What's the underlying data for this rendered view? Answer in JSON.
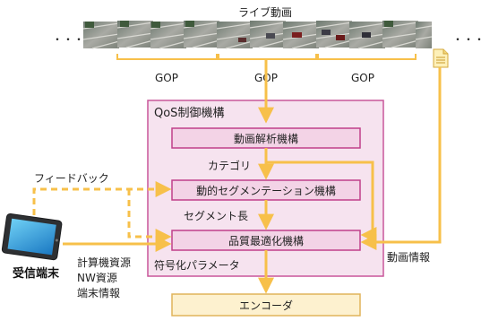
{
  "live_video_label": "ライブ動画",
  "ellipsis_left": "・・・",
  "ellipsis_right": "・・・",
  "gop_labels": [
    "GOP",
    "GOP",
    "GOP"
  ],
  "qos_box": {
    "title": "QoS制御機構",
    "modules": {
      "video_analysis": "動画解析機構",
      "dynamic_segmentation": "動的セグメンテーション機構",
      "quality_optimization": "品質最適化機構"
    },
    "labels": {
      "category": "カテゴリ",
      "segment_length": "セグメント長",
      "encoding_params": "符号化パラメータ"
    }
  },
  "encoder": "エンコーダ",
  "feedback_label": "フィードバック",
  "receiver": {
    "label": "受信端末",
    "info_lines": [
      "計算機資源",
      "NW資源",
      "端末情報"
    ]
  },
  "video_info_label": "動画情報",
  "icons": [
    "video-frame-thumbnail",
    "document-icon",
    "tablet-device-icon"
  ],
  "colors": {
    "arrow": "#f7c04a",
    "qos_border": "#c8579a",
    "qos_fill": "#f6e3ef",
    "module_border": "#c0408a",
    "module_fill": "#f3d3e6",
    "encoder_border": "#e0b45a",
    "encoder_fill": "#fdf1cf",
    "bracket": "#f7c04a"
  }
}
